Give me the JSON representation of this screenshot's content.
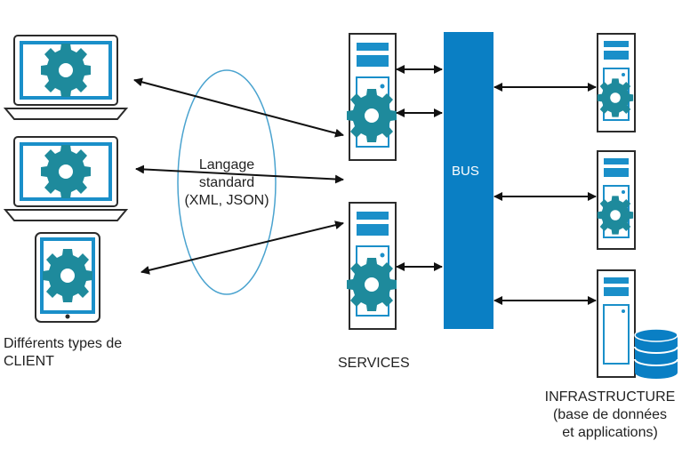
{
  "clients": {
    "label_line1": "Différents types de",
    "label_line2": "CLIENT",
    "devices": [
      "laptop",
      "laptop",
      "tablet"
    ],
    "icon": "gear-icon"
  },
  "protocol": {
    "line1": "Langage",
    "line2": "standard",
    "line3": "(XML, JSON)"
  },
  "services": {
    "label": "SERVICES",
    "icon": "server-gear-icon"
  },
  "bus": {
    "label": "BUS"
  },
  "infrastructure": {
    "line1": "INFRASTRUCTURE",
    "line2": "(base de données",
    "line3": "et applications)",
    "icon": "database-icon"
  },
  "colors": {
    "accent": "#1a8fc9",
    "gear": "#1e8a9c",
    "bus": "#0a7fc4",
    "outline": "#2b2b2b",
    "ellipse": "#4aa3cf"
  }
}
